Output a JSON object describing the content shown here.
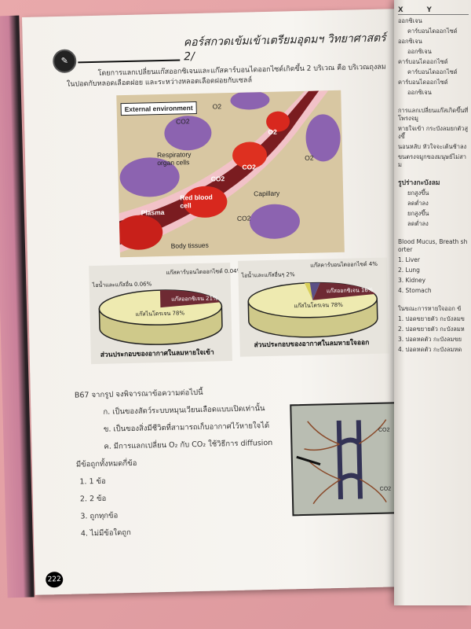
{
  "header": {
    "logo_icon": "book-logo-icon",
    "title": "คอร์สกวดเข้มเข้าเตรียมอุดมฯ วิทยาศาสตร์ 2/"
  },
  "intro": "โดยการแลกเปลี่ยนแก๊สออกซิเจนและแก๊สคาร์บอนไดออกไซด์เกิดขึ้น 2 บริเวณ คือ บริเวณถุงลมในปอดกับหลอดเลือดฝอย และระหว่างหลอดเลือดฝอยกับเซลล์",
  "illustration": {
    "external_environment": "External environment",
    "co2": "CO2",
    "o2": "O2",
    "respiratory_cells": "Respiratory organ cells",
    "red_blood_cell": "Red blood cell",
    "plasma": "Plasma",
    "capillary": "Capillary",
    "body_tissues": "Body tissues"
  },
  "pies": {
    "inhaled": {
      "caption": "ส่วนประกอบของอากาศในลมหายใจเข้า",
      "slices": [
        {
          "label": "แก๊สไนโตรเจน 78%",
          "value": 78,
          "color": "#eeeab0"
        },
        {
          "label": "แก๊สออกซิเจน 21%",
          "value": 21,
          "color": "#6e2a33"
        },
        {
          "label": "ไอน้ำและแก๊สอื่น 0.06%",
          "value": 0.06,
          "color": "#d9d05a"
        },
        {
          "label": "แก๊สคาร์บอนไดออกไซด์ 0.04%",
          "value": 0.04,
          "color": "#5b4f86"
        }
      ]
    },
    "exhaled": {
      "caption": "ส่วนประกอบของอากาศในลมหายใจออก",
      "slices": [
        {
          "label": "แก๊สไนโตรเจน 78%",
          "value": 78,
          "color": "#eeeab0"
        },
        {
          "label": "แก๊สออกซิเจน 16%",
          "value": 16,
          "color": "#6e2a33"
        },
        {
          "label": "ไอน้ำและแก๊สอื่นๆ 2%",
          "value": 2,
          "color": "#d9d05a"
        },
        {
          "label": "แก๊สคาร์บอนไดออกไซด์ 4%",
          "value": 4,
          "color": "#5b4f86"
        }
      ]
    }
  },
  "question": {
    "stem": "B67  จากรูป  จงพิจารณาข้อความต่อไปนี้",
    "statements": [
      "ก.  เป็นของสัตว์ระบบหมุนเวียนเลือดแบบเปิดเท่านั้น",
      "ข.  เป็นของสิ่งมีชีวิตที่สามารถเก็บอากาศไว้หายใจได้",
      "ค.  มีการแลกเปลี่ยน O₂ กับ CO₂ ใช้วิธีการ diffusion"
    ],
    "prompt": "มีข้อถูกทั้งหมดกี่ข้อ",
    "choices": [
      "1.  1 ข้อ",
      "2.  2 ข้อ",
      "3.  ถูกทุกข้อ",
      "4.  ไม่มีข้อใดถูก"
    ],
    "figure_label": "CO2"
  },
  "footer": {
    "page_number": "222"
  },
  "right_page": {
    "table_header": [
      "X",
      "Y"
    ],
    "table_rows": [
      [
        "ออกซิเจน",
        "คาร์บอนไดออกไซด์"
      ],
      [
        "ออกซิเจน",
        "ออกซิเจน"
      ],
      [
        "คาร์บอนไดออกไซด์",
        "คาร์บอนไดออกไซด์"
      ],
      [
        "คาร์บอนไดออกไซด์",
        "ออกซิเจน"
      ]
    ],
    "lines": [
      "การแลกเปลี่ยนแก๊สเกิดขึ้นที่โพรงจมู",
      "หายใจเข้า กระบังลมยกตัวสูงขึ้",
      "นอนหลับ หัวใจจะเต้นช้าลง",
      "ขนตรงจมูกของมนุษย์ไม่สาม"
    ],
    "diaphragm_header": "รูปร่างกะบังลม",
    "diaphragm": [
      "ยกสูงขึ้น",
      "ลดต่ำลง",
      "ยกสูงขึ้น",
      "ลดต่ำลง"
    ],
    "english_q": "Blood Mucus, Breath shorter",
    "english_choices": [
      "1. Liver",
      "2. Lung",
      "3. Kidney",
      "4. Stomach"
    ],
    "exhale_q": "ในขณะการหายใจออก ข้",
    "exhale_choices": [
      "1. ปอดขยายตัว กะบังลมข",
      "2. ปอดขยายตัว กะบังลมห",
      "3. ปอดหดตัว กะบังลมขย",
      "4. ปอดหดตัว กะบังลมหด"
    ]
  }
}
